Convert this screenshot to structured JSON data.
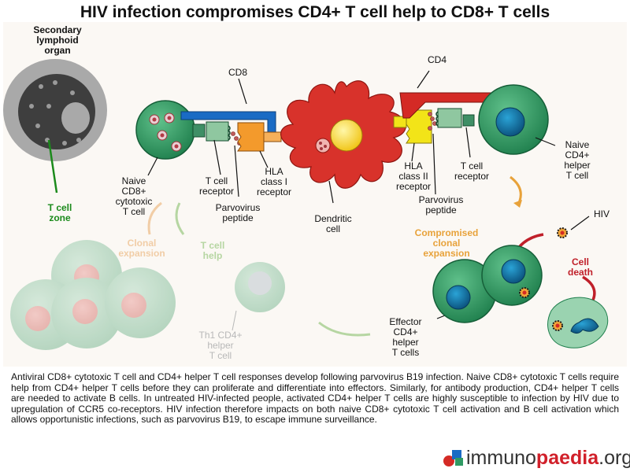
{
  "title": "HIV infection compromises CD4+ T cell help to CD8+ T cells",
  "labels": {
    "secondary_lymphoid": "Secondary\nlymphoid\norgan",
    "t_cell_zone": "T cell\nzone",
    "cd8": "CD8",
    "cd4": "CD4",
    "naive_cd8": "Naive\nCD8+\ncytotoxic\nT cell",
    "tcr_left": "T cell\nreceptor",
    "hla1": "HLA\nclass I\nreceptor",
    "parvo_left": "Parvovirus\npeptide",
    "dendritic": "Dendritic\ncell",
    "hla2": "HLA\nclass II\nreceptor",
    "tcr_right": "T cell\nreceptor",
    "parvo_right": "Parvovirus\npeptide",
    "naive_cd4": "Naive\nCD4+\nhelper\nT cell",
    "hiv": "HIV",
    "compromised": "Compromised\nclonal\nexpansion",
    "cell_death": "Cell\ndeath",
    "effector": "Effector\nCD4+\nhelper\nT cells",
    "clonal": "Clonal\nexpansion",
    "help": "T cell\nhelp",
    "th1": "Th1 CD4+\nhelper\nT cell"
  },
  "caption": "Antiviral CD8+ cytotoxic T cell and CD4+ helper T cell responses develop following parvovirus B19 infection. Naive CD8+ cytotoxic T cells require help from CD4+ helper T cells before they can proliferate and differentiate into effectors. Similarly, for antibody production, CD4+ helper T cells are needed to activate B cells. In untreated HIV-infected people, activated CD4+ helper T cells are highly susceptible to infection by HIV due to upregulation of CCR5 co-receptors. HIV infection therefore impacts on both naive CD8+ cytotoxic T cell activation and B cell activation which allows opportunistic infections, such as parvovirus B19, to escape immune surveillance.",
  "logo": {
    "part1": "immuno",
    "part2": "paedia",
    "part3": ".org"
  },
  "colors": {
    "green_cell": "#2f9a63",
    "dendritic": "#d8322b",
    "nucleus_blue": "#0f6f9e",
    "cd8_blue": "#1a6bc4",
    "cd4_red": "#d42a25",
    "orange": "#e8a23a",
    "yellow": "#f2e418"
  }
}
